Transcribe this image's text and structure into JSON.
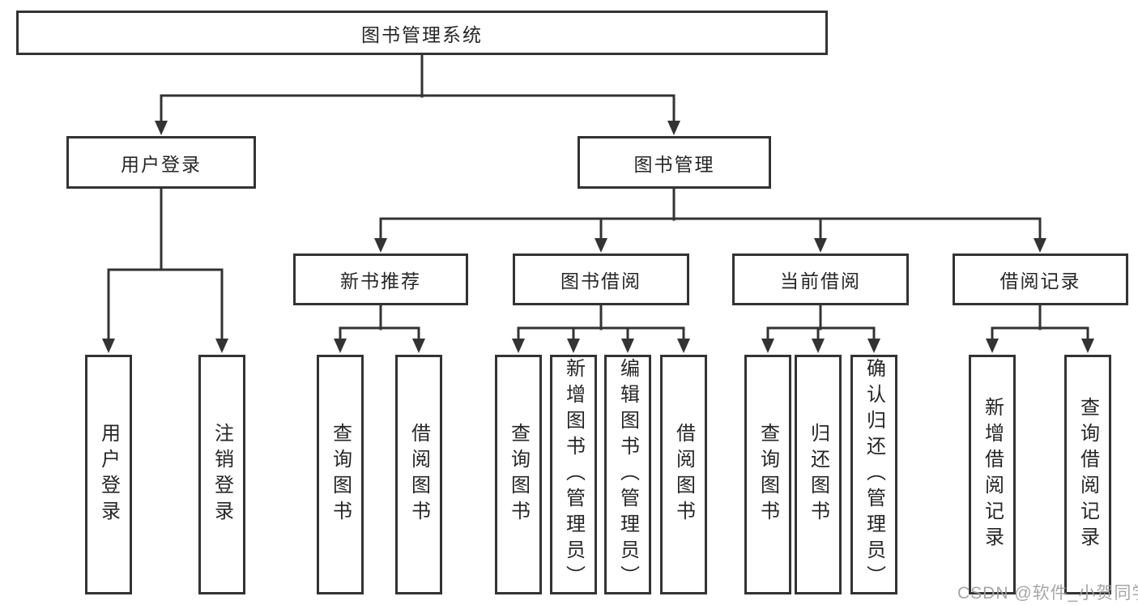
{
  "diagram": {
    "root": {
      "label": "图书管理系统"
    },
    "level2": [
      {
        "label": "用户登录"
      },
      {
        "label": "图书管理"
      }
    ],
    "level3": [
      {
        "label": "新书推荐",
        "parent": "图书管理"
      },
      {
        "label": "图书借阅",
        "parent": "图书管理"
      },
      {
        "label": "当前借阅",
        "parent": "图书管理"
      },
      {
        "label": "借阅记录",
        "parent": "图书管理"
      }
    ],
    "leaves": [
      {
        "label": "用户登录",
        "parent": "用户登录"
      },
      {
        "label": "注销登录",
        "parent": "用户登录"
      },
      {
        "label": "查询图书",
        "parent": "新书推荐"
      },
      {
        "label": "借阅图书",
        "parent": "新书推荐"
      },
      {
        "label": "查询图书",
        "parent": "图书借阅"
      },
      {
        "label": "新增图书（管理员）",
        "parent": "图书借阅"
      },
      {
        "label": "编辑图书（管理员）",
        "parent": "图书借阅"
      },
      {
        "label": "借阅图书",
        "parent": "图书借阅"
      },
      {
        "label": "查询图书",
        "parent": "当前借阅"
      },
      {
        "label": "归还图书",
        "parent": "当前借阅"
      },
      {
        "label": "确认归还（管理员）",
        "parent": "当前借阅"
      },
      {
        "label": "新增借阅记录",
        "parent": "借阅记录"
      },
      {
        "label": "查询借阅记录",
        "parent": "借阅记录"
      }
    ],
    "watermark": "CSDN @软件_小贺同学",
    "colors": {
      "line": "#333333",
      "text": "#262626",
      "background": "#ffffff",
      "watermark": "#9e9e9e"
    }
  }
}
